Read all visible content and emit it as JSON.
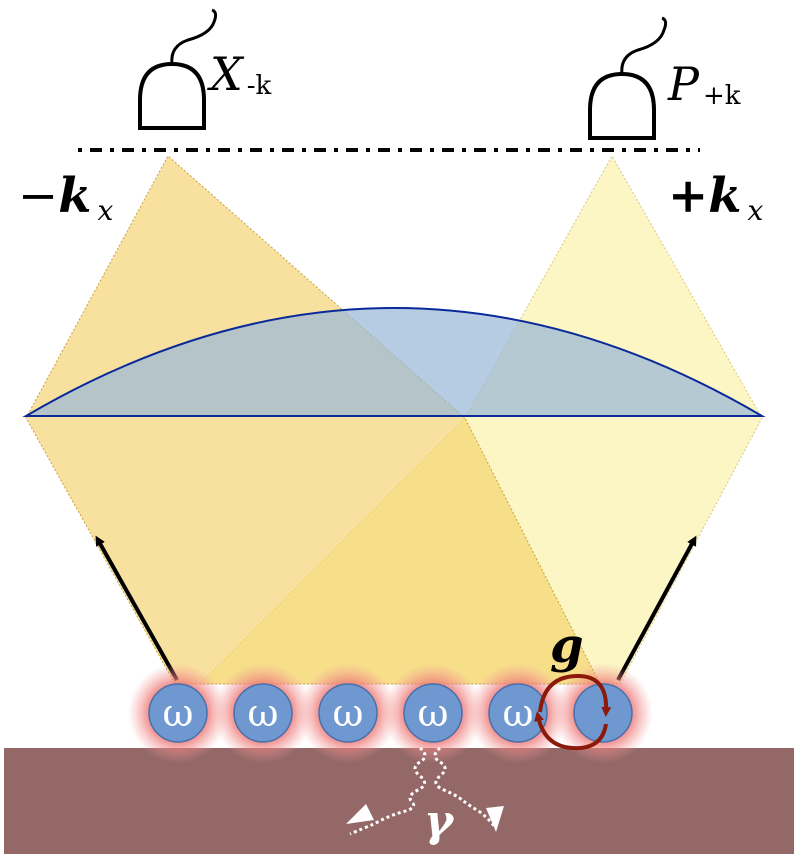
{
  "detectors": {
    "left": {
      "symbol": "X",
      "subscript": "-k"
    },
    "right": {
      "symbol": "P",
      "subscript": "+k"
    }
  },
  "momenta": {
    "left": {
      "sign": "−",
      "symbol": "k",
      "subscript": "x"
    },
    "right": {
      "sign": "+",
      "symbol": "k",
      "subscript": "x"
    }
  },
  "atoms": {
    "label": "ω",
    "labeled_count": 5,
    "total_count": 6
  },
  "coupling_label": "g",
  "decay_label": "γ",
  "colors": {
    "cone_left": "#f5d16a",
    "cone_right": "#fbf3b5",
    "dome_fill": "#9ab8d8",
    "dome_stroke": "#0a2a9a",
    "atom_fill": "#6f98d0",
    "atom_glow": "#e85a5a",
    "substrate": "#956868",
    "coupling_arrow": "#8b1a0a"
  }
}
